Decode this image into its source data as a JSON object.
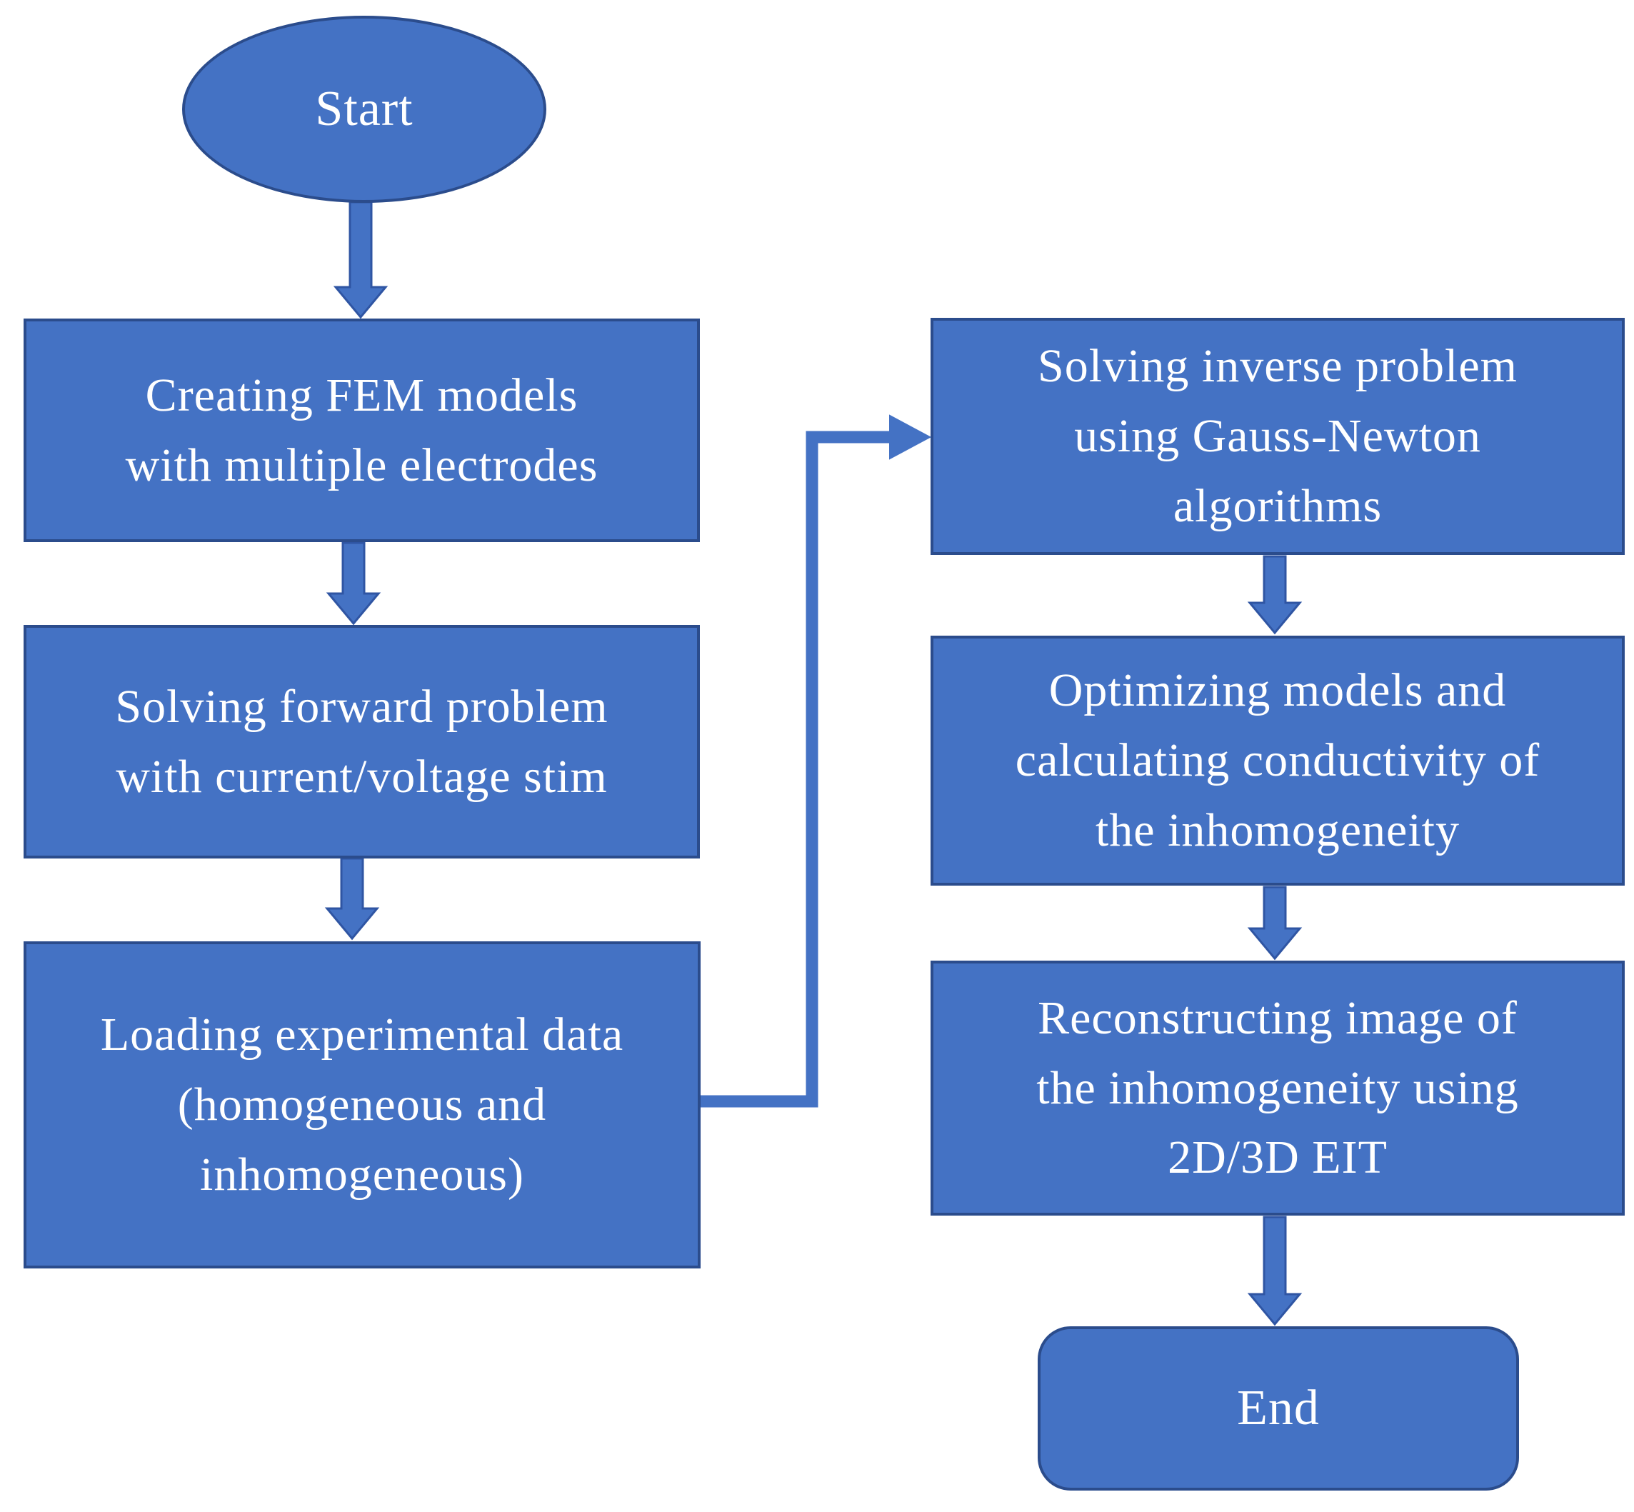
{
  "diagram": {
    "type": "flowchart",
    "background_color": "#ffffff",
    "node_fill_color": "#4472C4",
    "node_border_color": "#2B4C8C",
    "connector_color": "#4472C4",
    "text_color": "#ffffff",
    "nodes": {
      "start": {
        "shape": "ellipse",
        "label": "Start"
      },
      "create_fem": {
        "shape": "rectangle",
        "label": "Creating FEM models\nwith multiple electrodes"
      },
      "solve_forward": {
        "shape": "rectangle",
        "label": "Solving forward problem\nwith current/voltage stim"
      },
      "load_data": {
        "shape": "rectangle",
        "label": "Loading experimental data\n(homogeneous and\ninhomogeneous)"
      },
      "solve_inverse": {
        "shape": "rectangle",
        "label": "Solving inverse problem\nusing Gauss-Newton\nalgorithms"
      },
      "optimize": {
        "shape": "rectangle",
        "label": "Optimizing models and\ncalculating conductivity of\nthe inhomogeneity"
      },
      "reconstruct": {
        "shape": "rectangle",
        "label": "Reconstructing image of\nthe inhomogeneity using\n2D/3D EIT"
      },
      "end": {
        "shape": "rounded-rectangle",
        "label": "End"
      }
    },
    "edges": [
      {
        "from": "start",
        "to": "create_fem",
        "style": "block-arrow-down"
      },
      {
        "from": "create_fem",
        "to": "solve_forward",
        "style": "block-arrow-down"
      },
      {
        "from": "solve_forward",
        "to": "load_data",
        "style": "block-arrow-down"
      },
      {
        "from": "load_data",
        "to": "solve_inverse",
        "style": "elbow-arrow-right-up-right"
      },
      {
        "from": "solve_inverse",
        "to": "optimize",
        "style": "block-arrow-down"
      },
      {
        "from": "optimize",
        "to": "reconstruct",
        "style": "block-arrow-down"
      },
      {
        "from": "reconstruct",
        "to": "end",
        "style": "block-arrow-down"
      }
    ]
  }
}
